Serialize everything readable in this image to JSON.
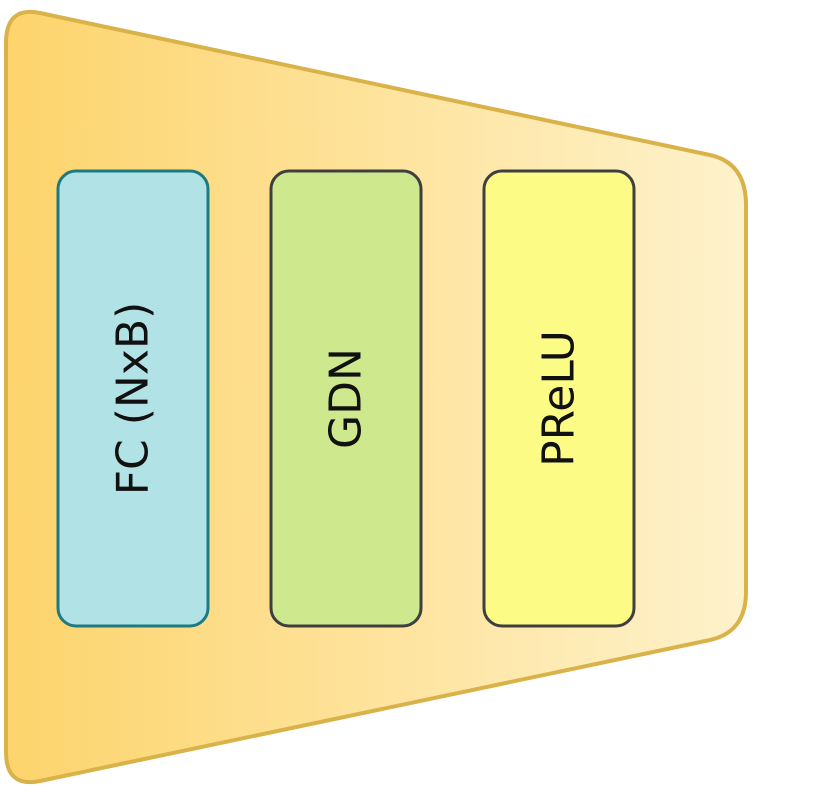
{
  "blocks": [
    {
      "label": "FC (NxB)",
      "fill": "#b1e2e6",
      "stroke": "#1f7a80"
    },
    {
      "label": "GDN",
      "fill": "#cde88d",
      "stroke": "#3f3f3f"
    },
    {
      "label": "PReLU",
      "fill": "#fbfb86",
      "stroke": "#3f3f3f"
    }
  ],
  "encoder_shape": {
    "gradient_start": "#fdd46c",
    "gradient_end": "#fef2cc",
    "stroke": "#d9b24a"
  }
}
